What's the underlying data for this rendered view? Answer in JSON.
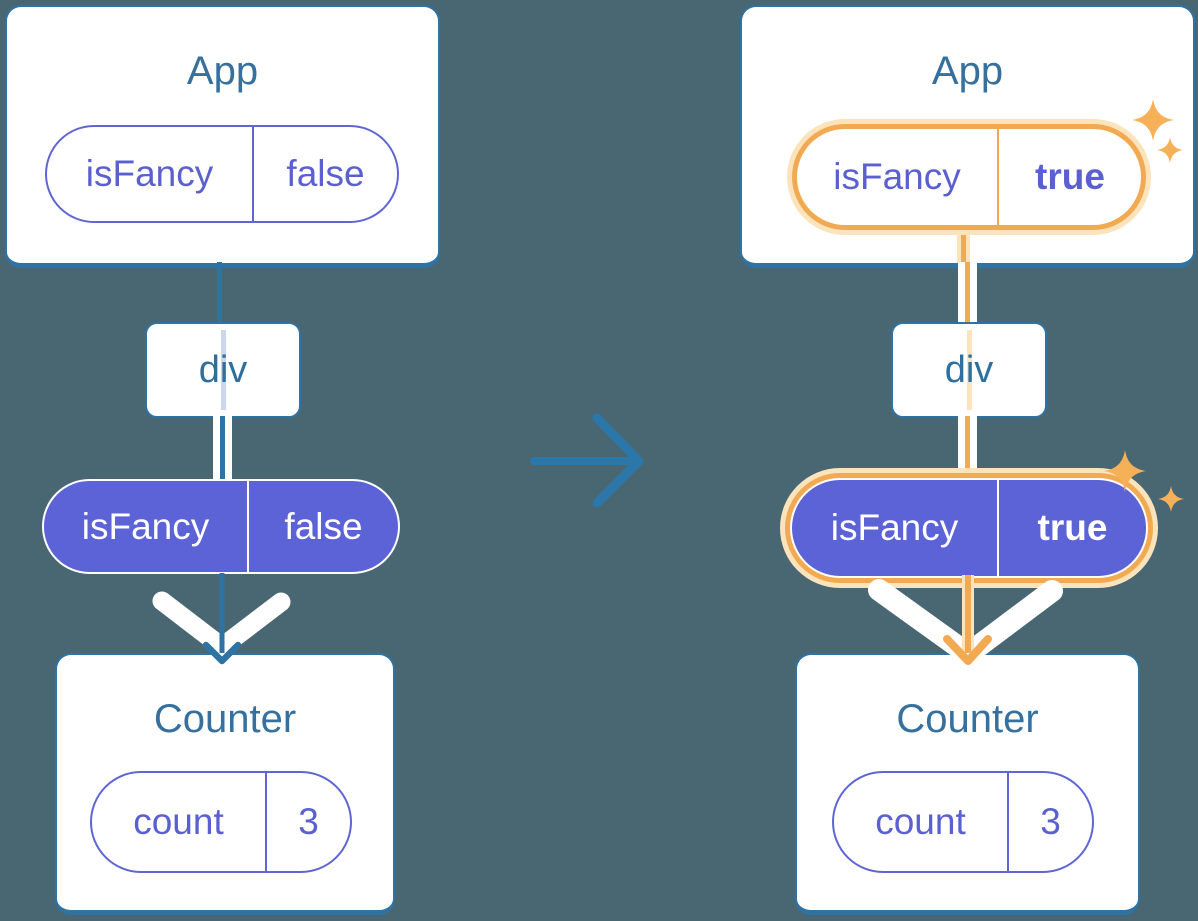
{
  "diagram": {
    "before": {
      "app": {
        "title": "App",
        "prop_name": "isFancy",
        "prop_value": "false"
      },
      "div": {
        "label": "div"
      },
      "passed_prop": {
        "name": "isFancy",
        "value": "false"
      },
      "counter": {
        "title": "Counter",
        "state_name": "count",
        "state_value": "3"
      }
    },
    "after": {
      "app": {
        "title": "App",
        "prop_name": "isFancy",
        "prop_value": "true"
      },
      "div": {
        "label": "div"
      },
      "passed_prop": {
        "name": "isFancy",
        "value": "true"
      },
      "counter": {
        "title": "Counter",
        "state_name": "count",
        "state_value": "3"
      }
    },
    "icons": {
      "sparkle": "four-point-star",
      "transition_arrow": "right-arrow",
      "flow_arrow": "down-chevron"
    },
    "colors": {
      "background": "#496772",
      "card_border": "#2E73A3",
      "title_text": "#35709E",
      "purple_fill": "#5C63D6",
      "purple_text": "#5B60D0",
      "highlight_orange": "#F2AA52",
      "highlight_halo": "#FBE3BC",
      "pale_blue_line": "#CCD7EA",
      "pale_orange_line": "#FBE4BE",
      "white": "#FFFFFF"
    }
  }
}
